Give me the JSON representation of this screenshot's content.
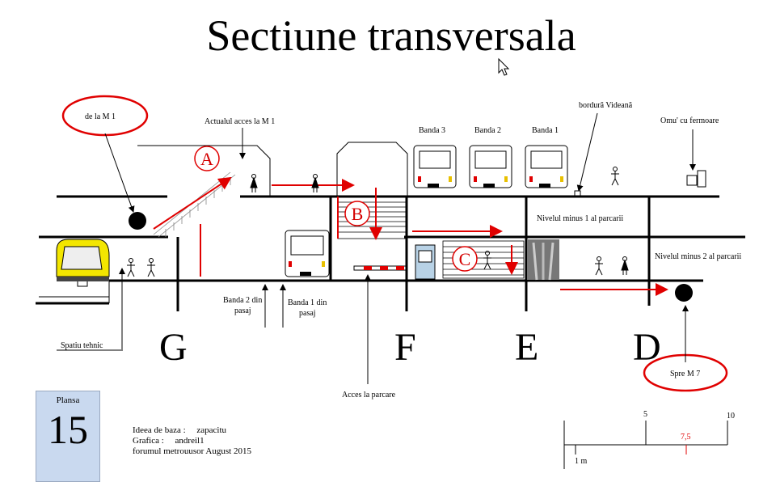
{
  "title": "Sectiune  transversala",
  "labels": {
    "de_la_m1": "de la M 1",
    "actualul_acces": "Actualul acces la M 1",
    "banda3": "Banda 3",
    "banda2": "Banda 2",
    "banda1": "Banda 1",
    "bordura": "bordură Videană",
    "omul": "Omu' cu fermoare",
    "nivel1": "Nivelul minus 1 al parcarii",
    "nivel2": "Nivelul minus 2 al parcarii",
    "banda2_pasaj_l1": "Banda 2 din",
    "banda2_pasaj_l2": "pasaj",
    "banda1_pasaj_l1": "Banda 1 din",
    "banda1_pasaj_l2": "pasaj",
    "spatiu_tehnic": "Spatiu  tehnic",
    "acces_parcare": "Acces la parcare",
    "spre_m7": "Spre M 7"
  },
  "sections": [
    "G",
    "F",
    "E",
    "D"
  ],
  "markers": [
    "A",
    "B",
    "C"
  ],
  "plansa": {
    "label": "Plansa",
    "number": "15"
  },
  "credits": {
    "idea": "Ideea de baza :     zapacitu",
    "grafica": "Grafica :     andreil1",
    "forum": "forumul metrouusor August 2015"
  },
  "scale": {
    "five": "5",
    "ten": "10",
    "seven_five": "7,5",
    "one_m": "1 m"
  },
  "colors": {
    "accent": "#e00000",
    "plansa_bg": "#c9d9ef"
  }
}
